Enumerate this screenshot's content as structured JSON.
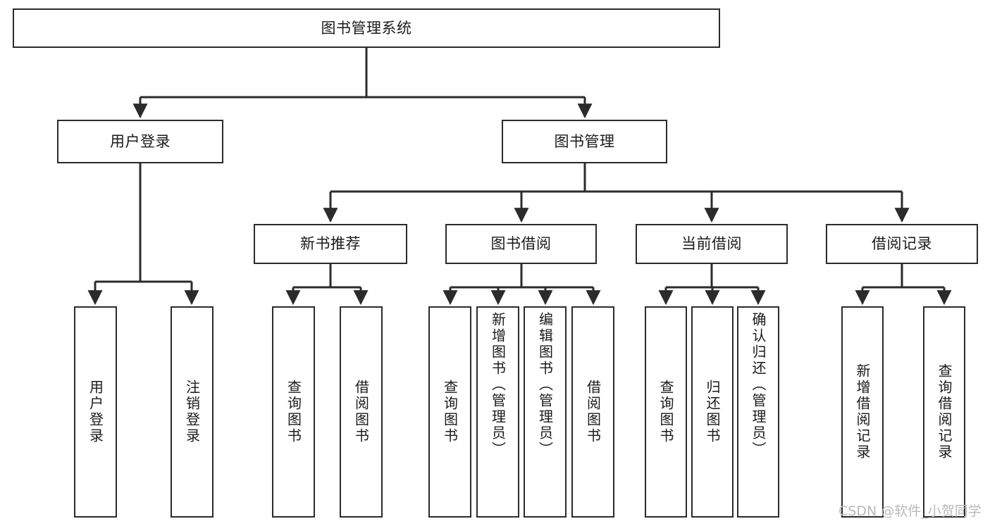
{
  "diagram": {
    "type": "tree",
    "title": "图书管理系统",
    "root": {
      "id": "root",
      "label": "图书管理系统"
    },
    "level2": [
      {
        "id": "user-login",
        "label": "用户登录"
      },
      {
        "id": "book-manage",
        "label": "图书管理"
      }
    ],
    "level3": [
      {
        "id": "new-book-recommend",
        "label": "新书推荐",
        "parent": "book-manage"
      },
      {
        "id": "book-borrow",
        "label": "图书借阅",
        "parent": "book-manage"
      },
      {
        "id": "current-borrow",
        "label": "当前借阅",
        "parent": "book-manage"
      },
      {
        "id": "borrow-record",
        "label": "借阅记录",
        "parent": "book-manage"
      }
    ],
    "leaves": [
      {
        "id": "leaf-user-login",
        "label": "用户登录",
        "parent": "user-login"
      },
      {
        "id": "leaf-user-logout",
        "label": "注销登录",
        "parent": "user-login"
      },
      {
        "id": "leaf-query-book-1",
        "label": "查询图书",
        "parent": "new-book-recommend"
      },
      {
        "id": "leaf-borrow-book-1",
        "label": "借阅图书",
        "parent": "new-book-recommend"
      },
      {
        "id": "leaf-query-book-2",
        "label": "查询图书",
        "parent": "book-borrow"
      },
      {
        "id": "leaf-add-book",
        "label": "新增图书（管理员）",
        "parent": "book-borrow"
      },
      {
        "id": "leaf-edit-book",
        "label": "编辑图书（管理员）",
        "parent": "book-borrow"
      },
      {
        "id": "leaf-borrow-book-2",
        "label": "借阅图书",
        "parent": "book-borrow"
      },
      {
        "id": "leaf-query-book-3",
        "label": "查询图书",
        "parent": "current-borrow"
      },
      {
        "id": "leaf-return-book",
        "label": "归还图书",
        "parent": "current-borrow"
      },
      {
        "id": "leaf-confirm-return",
        "label": "确认归还（管理员）",
        "parent": "current-borrow"
      },
      {
        "id": "leaf-add-record",
        "label": "新增借阅记录",
        "parent": "borrow-record"
      },
      {
        "id": "leaf-query-record",
        "label": "查询借阅记录",
        "parent": "borrow-record"
      }
    ],
    "colors": {
      "stroke": "#2b2b2b",
      "fill": "#ffffff",
      "text": "#1a1a1a",
      "watermark": "#b9b9b9"
    }
  },
  "watermark": {
    "text": "CSDN @软件_小贺同学"
  }
}
